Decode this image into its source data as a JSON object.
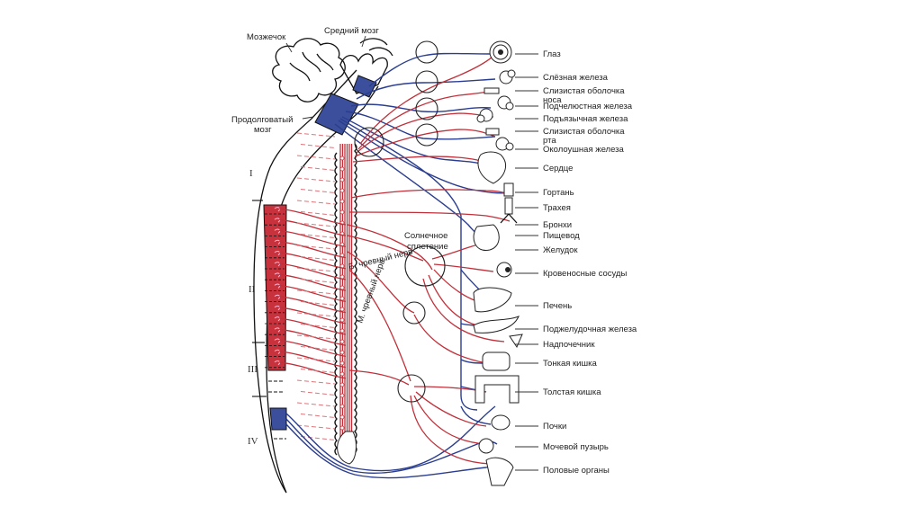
{
  "title": "Вегетативная нервная система: симпатическая и парасимпатическая иннервация органов",
  "colors": {
    "sympathetic": "#c0303a",
    "parasympathetic": "#2a3d8f",
    "sympathetic_segment": "#c8323c",
    "parasympathetic_segment": "#3b4f9c",
    "background": "#ffffff"
  },
  "brain_labels": {
    "cerebellum": "Мозжечок",
    "midbrain": "Средний мозг",
    "medulla_line1": "Продолговатый",
    "medulla_line2": "мозг"
  },
  "spinal_regions": [
    "I",
    "II",
    "III",
    "IV"
  ],
  "plexus_labels": {
    "solar_plexus_line1": "Солнечное",
    "solar_plexus_line2": "сплетение",
    "greater_splanchnic": "Б. чревный нерв",
    "lesser_splanchnic": "М. чревный нерв"
  },
  "organs": [
    {
      "lines": [
        "Глаз"
      ]
    },
    {
      "lines": [
        "Слёзная железа"
      ]
    },
    {
      "lines": [
        "Слизистая оболочка",
        "носа"
      ]
    },
    {
      "lines": [
        "Подчелюстная железа"
      ]
    },
    {
      "lines": [
        "Подъязычная железа"
      ]
    },
    {
      "lines": [
        "Слизистая оболочка",
        "рта"
      ]
    },
    {
      "lines": [
        "Околоушная железа"
      ]
    },
    {
      "lines": [
        "Сердце"
      ]
    },
    {
      "lines": [
        "Гортань"
      ]
    },
    {
      "lines": [
        "Трахея"
      ]
    },
    {
      "lines": [
        "Бронхи"
      ]
    },
    {
      "lines": [
        "Пищевод"
      ]
    },
    {
      "lines": [
        "Желудок"
      ]
    },
    {
      "lines": [
        "Кровеносные сосуды"
      ]
    },
    {
      "lines": [
        "Печень"
      ]
    },
    {
      "lines": [
        "Поджелудочная железа"
      ]
    },
    {
      "lines": [
        "Надпочечник"
      ]
    },
    {
      "lines": [
        "Тонкая кишка"
      ]
    },
    {
      "lines": [
        "Толстая кишка"
      ]
    },
    {
      "lines": [
        "Почки"
      ]
    },
    {
      "lines": [
        "Мочевой пузырь"
      ]
    },
    {
      "lines": [
        "Половые органы"
      ]
    }
  ]
}
